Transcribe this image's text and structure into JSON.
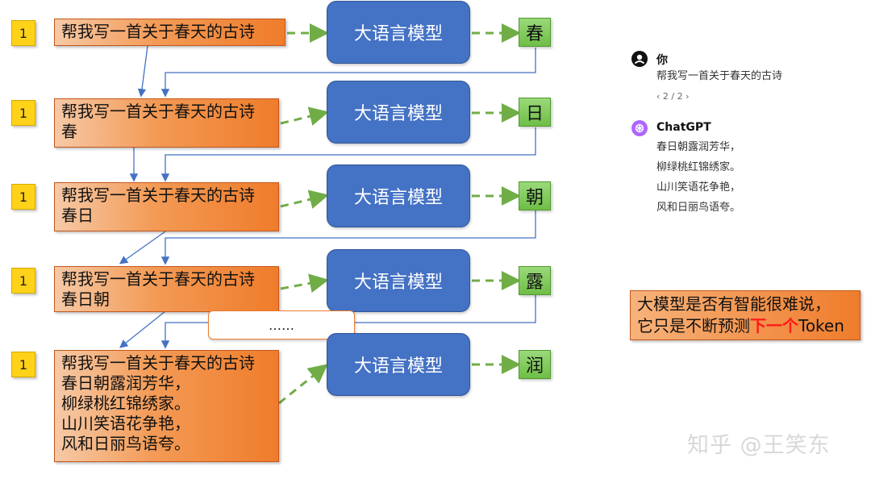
{
  "badge_label": "1",
  "model_label": "大语言模型",
  "prompts": [
    "帮我写一首关于春天的古诗",
    "帮我写一首关于春天的古诗\n春",
    "帮我写一首关于春天的古诗\n春日",
    "帮我写一首关于春天的古诗\n春日朝",
    "帮我写一首关于春天的古诗\n春日朝露润芳华，\n柳绿桃红锦绣家。\n山川笑语花争艳，\n风和日丽鸟语夸。"
  ],
  "tokens": [
    "春",
    "日",
    "朝",
    "露",
    "润"
  ],
  "ellipsis": "……",
  "chat": {
    "user_name": "你",
    "user_message": "帮我写一首关于春天的古诗",
    "pager": "‹ 2 / 2 ›",
    "assistant_name": "ChatGPT",
    "poem": [
      "春日朝露润芳华，",
      "柳绿桃红锦绣家。",
      "山川笑语花争艳，",
      "风和日丽鸟语夸。"
    ]
  },
  "callout": {
    "line1": "大模型是否有智能很难说，",
    "line2_prefix": "它只是不断预测",
    "line2_highlight": "下一个",
    "line2_suffix": "Token"
  },
  "watermark": "知乎 @王笑东"
}
